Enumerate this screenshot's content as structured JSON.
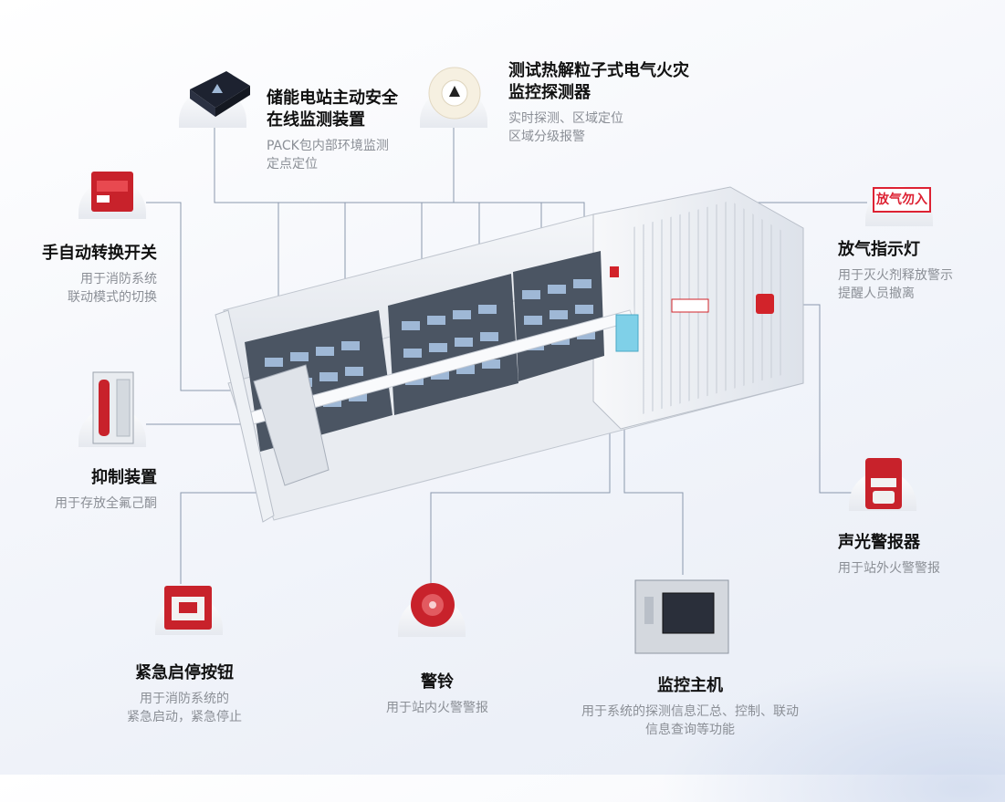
{
  "components": [
    {
      "id": "monitor-device",
      "title_lines": [
        "储能电站主动安全",
        "在线监测装置"
      ],
      "desc_lines": [
        "PACK包内部环境监测",
        "定点定位"
      ]
    },
    {
      "id": "pyrolysis-detector",
      "title_lines": [
        "测试热解粒子式电气火灾",
        "监控探测器"
      ],
      "desc_lines": [
        "实时探测、区域定位",
        "区域分级报警"
      ]
    },
    {
      "id": "mode-switch",
      "title_lines": [
        "手自动转换开关"
      ],
      "desc_lines": [
        "用于消防系统",
        "联动模式的切换"
      ]
    },
    {
      "id": "gas-indicator",
      "title_lines": [
        "放气指示灯"
      ],
      "desc_lines": [
        "用于灭火剂释放警示",
        "提醒人员撤离"
      ]
    },
    {
      "id": "suppression-device",
      "title_lines": [
        "抑制装置"
      ],
      "desc_lines": [
        "用于存放全氟己酮"
      ]
    },
    {
      "id": "sound-light-alarm",
      "title_lines": [
        "声光警报器"
      ],
      "desc_lines": [
        "用于站外火警警报"
      ]
    },
    {
      "id": "emergency-button",
      "title_lines": [
        "紧急启停按钮"
      ],
      "desc_lines": [
        "用于消防系统的",
        "紧急启动，紧急停止"
      ]
    },
    {
      "id": "alarm-bell",
      "title_lines": [
        "警铃"
      ],
      "desc_lines": [
        "用于站内火警警报"
      ]
    },
    {
      "id": "monitor-host",
      "title_lines": [
        "监控主机"
      ],
      "desc_lines": [
        "用于系统的探测信息汇总、控制、联动",
        "信息查询等功能"
      ]
    }
  ],
  "signs": {
    "gas_sign": "放气勿入"
  },
  "colors": {
    "accent_red": "#d2232a",
    "leader_dot": "#2a63b8",
    "leader_line": "#8a98ad"
  }
}
